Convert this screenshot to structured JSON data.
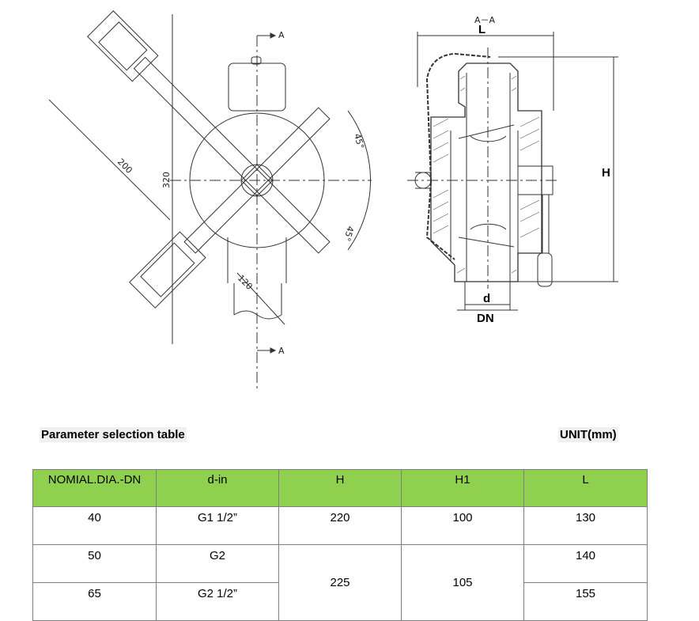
{
  "drawing": {
    "section_label": "A－A",
    "arrow_labels": [
      "A",
      "A"
    ],
    "dims": {
      "left_200": "200",
      "left_320": "320",
      "left_120": "120",
      "angle_upper": "45°",
      "angle_lower": "45°",
      "L": "L",
      "H": "H",
      "d": "d",
      "DN": "DN"
    }
  },
  "table_caption": "Parameter selection table",
  "unit_label": "UNIT(mm)",
  "table": {
    "headers": [
      "NOMIAL.DIA.-DN",
      "d-in",
      "H",
      "H1",
      "L"
    ],
    "rows": [
      {
        "dn": "40",
        "d": "G1 1/2”",
        "h": "220",
        "h1": "100",
        "l": "130"
      },
      {
        "dn": "50",
        "d": "G2",
        "h": "225",
        "h1": "105",
        "l": "140"
      },
      {
        "dn": "65",
        "d": "G2 1/2”",
        "l": "155"
      }
    ]
  },
  "colors": {
    "header_bg": "#8fd14f",
    "line": "#333333"
  }
}
